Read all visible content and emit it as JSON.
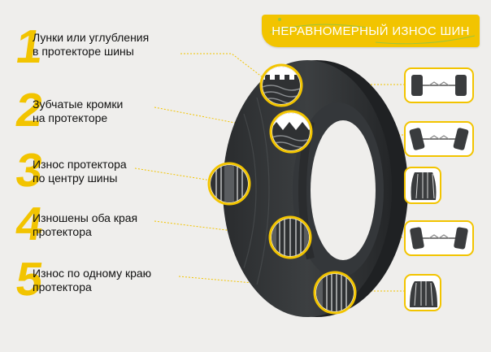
{
  "title": "НЕРАВНОМЕРНЫЙ ИЗНОС ШИН",
  "colors": {
    "accent": "#f2c400",
    "tire": "#2b2d2f",
    "tire_side": "#3e4143",
    "background": "#efeeec",
    "leader": "#f2c400"
  },
  "items": [
    {
      "number": "1",
      "label": "Лунки или углубления\nв протекторе шины",
      "icon": "cupped-tread-icon",
      "axle_icon": "straight-axle-icon"
    },
    {
      "number": "2",
      "label": "Зубчатые кромки\nна протекторе",
      "icon": "feathered-edge-icon",
      "axle_icon": "toe-misaligned-axle-icon"
    },
    {
      "number": "3",
      "label": "Износ протектора\nпо центру шины",
      "icon": "center-wear-icon",
      "axle_icon": "overinflated-tire-icon"
    },
    {
      "number": "4",
      "label": "Изношены оба края\nпротектора",
      "icon": "both-edges-wear-icon",
      "axle_icon": "camber-axle-icon"
    },
    {
      "number": "5",
      "label": "Износ по одному краю\nпротектора",
      "icon": "one-edge-wear-icon",
      "axle_icon": "underinflated-tire-icon"
    }
  ]
}
